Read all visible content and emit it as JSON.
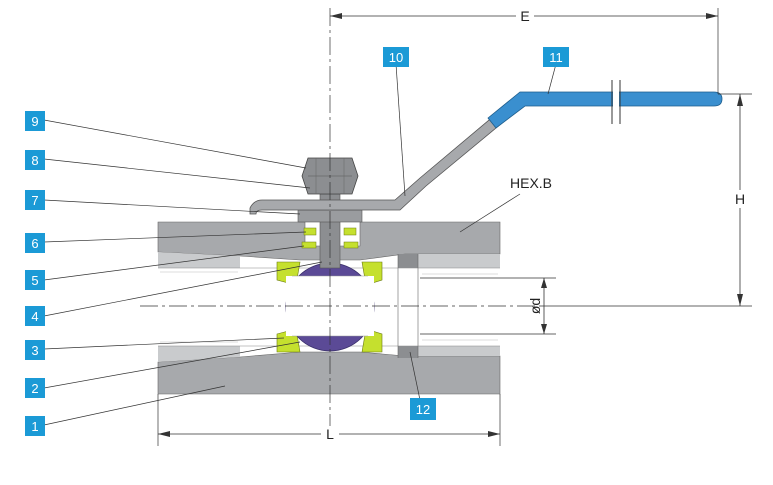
{
  "dimensions": {
    "E": "E",
    "H": "H",
    "L": "L",
    "d": "ød",
    "hex": "HEX.B"
  },
  "callouts": [
    "1",
    "2",
    "3",
    "4",
    "5",
    "6",
    "7",
    "8",
    "9",
    "10",
    "11",
    "12"
  ],
  "colors": {
    "body": "#a7a9ac",
    "body_dark": "#8c8e91",
    "seat": "#c5e02e",
    "ball": "#5b4a96",
    "handle_grip": "#3a8fcf",
    "callout_bg": "#1b9ad6",
    "line": "#333333"
  }
}
